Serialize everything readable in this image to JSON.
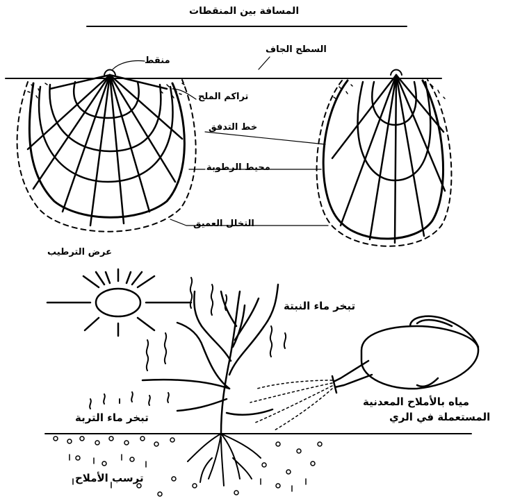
{
  "top_diagram": {
    "title": "المسافة بين المنقطات",
    "labels": {
      "dripper": "منقط",
      "dry_surface": "السطح الجاف",
      "salt_accumulation": "تراكم الملح",
      "flow_line": "خط التدفق",
      "moisture_perimeter": "محيط الرطوبة",
      "deep_percolation": "التخلل العميق",
      "wetting_width": "عرض الترطيب"
    }
  },
  "bottom_diagram": {
    "labels": {
      "plant_transpiration": "تبخر ماء النبتة",
      "irrigation_water_line1": "مياه بالأملاح المعدنية",
      "irrigation_water_line2": "المستعملة في الري",
      "soil_evaporation": "تبخر ماء التربة",
      "salt_deposition": "ترسب الأملاح"
    }
  },
  "colors": {
    "ink": "#000000",
    "paper": "#ffffff"
  }
}
